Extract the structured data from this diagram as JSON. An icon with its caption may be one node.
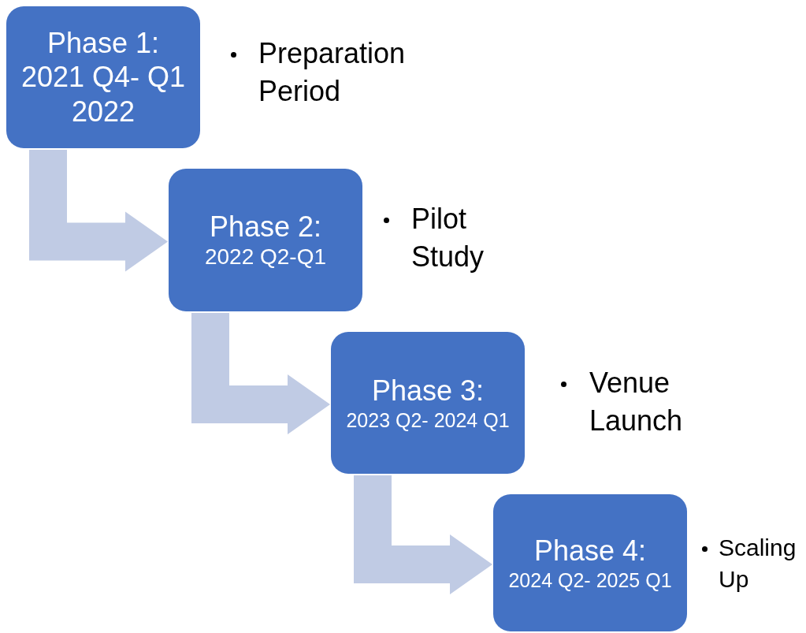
{
  "diagram": {
    "nodes": [
      {
        "text": [
          "Phase 1:",
          "2021 Q4- Q1 2022"
        ],
        "beside": [
          "Preparation Period"
        ]
      },
      {
        "text": [
          "Phase 2:",
          "2022 Q2-Q1"
        ],
        "beside": [
          "Pilot Study"
        ]
      },
      {
        "text": [
          "Phase 3:",
          "2023 Q2- 2024 Q1"
        ],
        "beside": [
          "Venue Launch"
        ]
      },
      {
        "text": [
          "Phase 4:",
          "2024 Q2- 2025 Q1"
        ],
        "beside": [
          "Scaling Up"
        ]
      }
    ],
    "edges": [
      {
        "from": 0,
        "to": 1,
        "arrow": "to"
      },
      {
        "from": 1,
        "to": 2,
        "arrow": "to"
      },
      {
        "from": 2,
        "to": 3,
        "arrow": "to"
      }
    ]
  }
}
